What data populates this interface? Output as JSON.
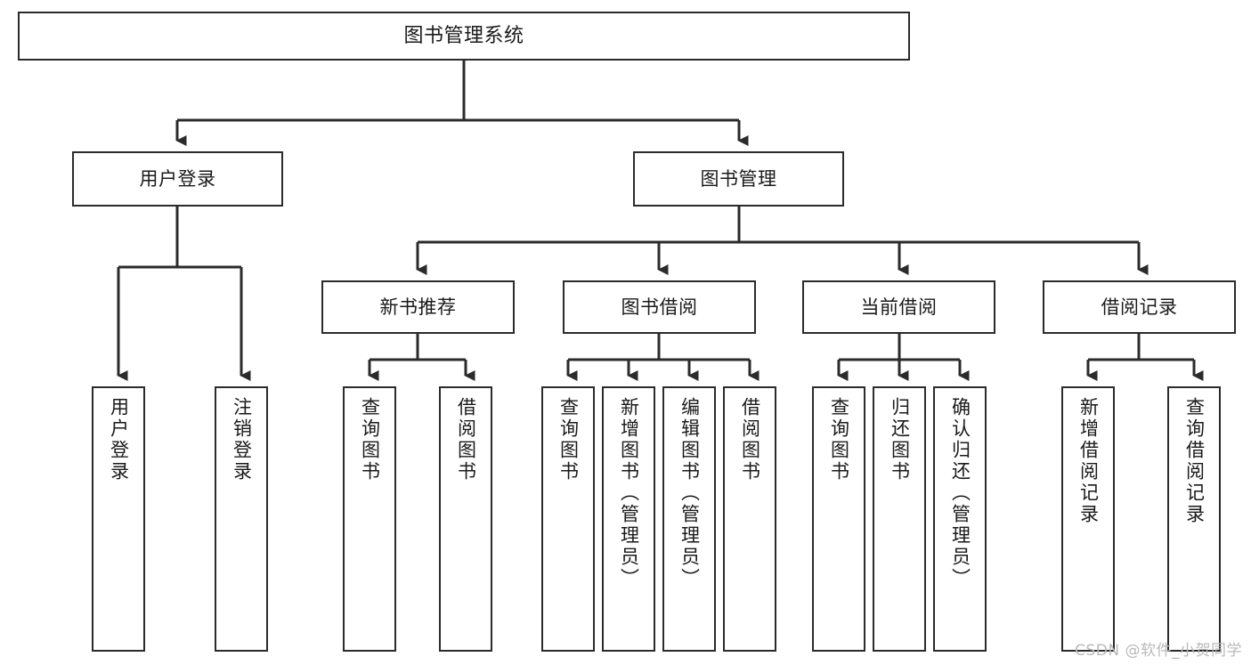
{
  "diagram": {
    "title": "图书管理系统",
    "type": "tree-hierarchy",
    "orientation": "top-down",
    "accent_color": "#2b2b2b",
    "background_color": "#ffffff",
    "root": {
      "label": "图书管理系统"
    },
    "level2": [
      {
        "label": "用户登录"
      },
      {
        "label": "图书管理"
      }
    ],
    "level3": [
      {
        "label": "新书推荐"
      },
      {
        "label": "图书借阅"
      },
      {
        "label": "当前借阅"
      },
      {
        "label": "借阅记录"
      }
    ],
    "leaves": {
      "user_login": [
        {
          "label": "用户登录"
        },
        {
          "label": "注销登录"
        }
      ],
      "new_book_recommend": [
        {
          "label": "查询图书"
        },
        {
          "label": "借阅图书"
        }
      ],
      "book_borrow": [
        {
          "label": "查询图书"
        },
        {
          "label": "新增图书（管理员）"
        },
        {
          "label": "编辑图书（管理员）"
        },
        {
          "label": "借阅图书"
        }
      ],
      "current_borrow": [
        {
          "label": "查询图书"
        },
        {
          "label": "归还图书"
        },
        {
          "label": "确认归还（管理员）"
        }
      ],
      "borrow_record": [
        {
          "label": "新增借阅记录"
        },
        {
          "label": "查询借阅记录"
        }
      ]
    }
  },
  "watermark": {
    "text": "CSDN @软件_小贺同学"
  }
}
